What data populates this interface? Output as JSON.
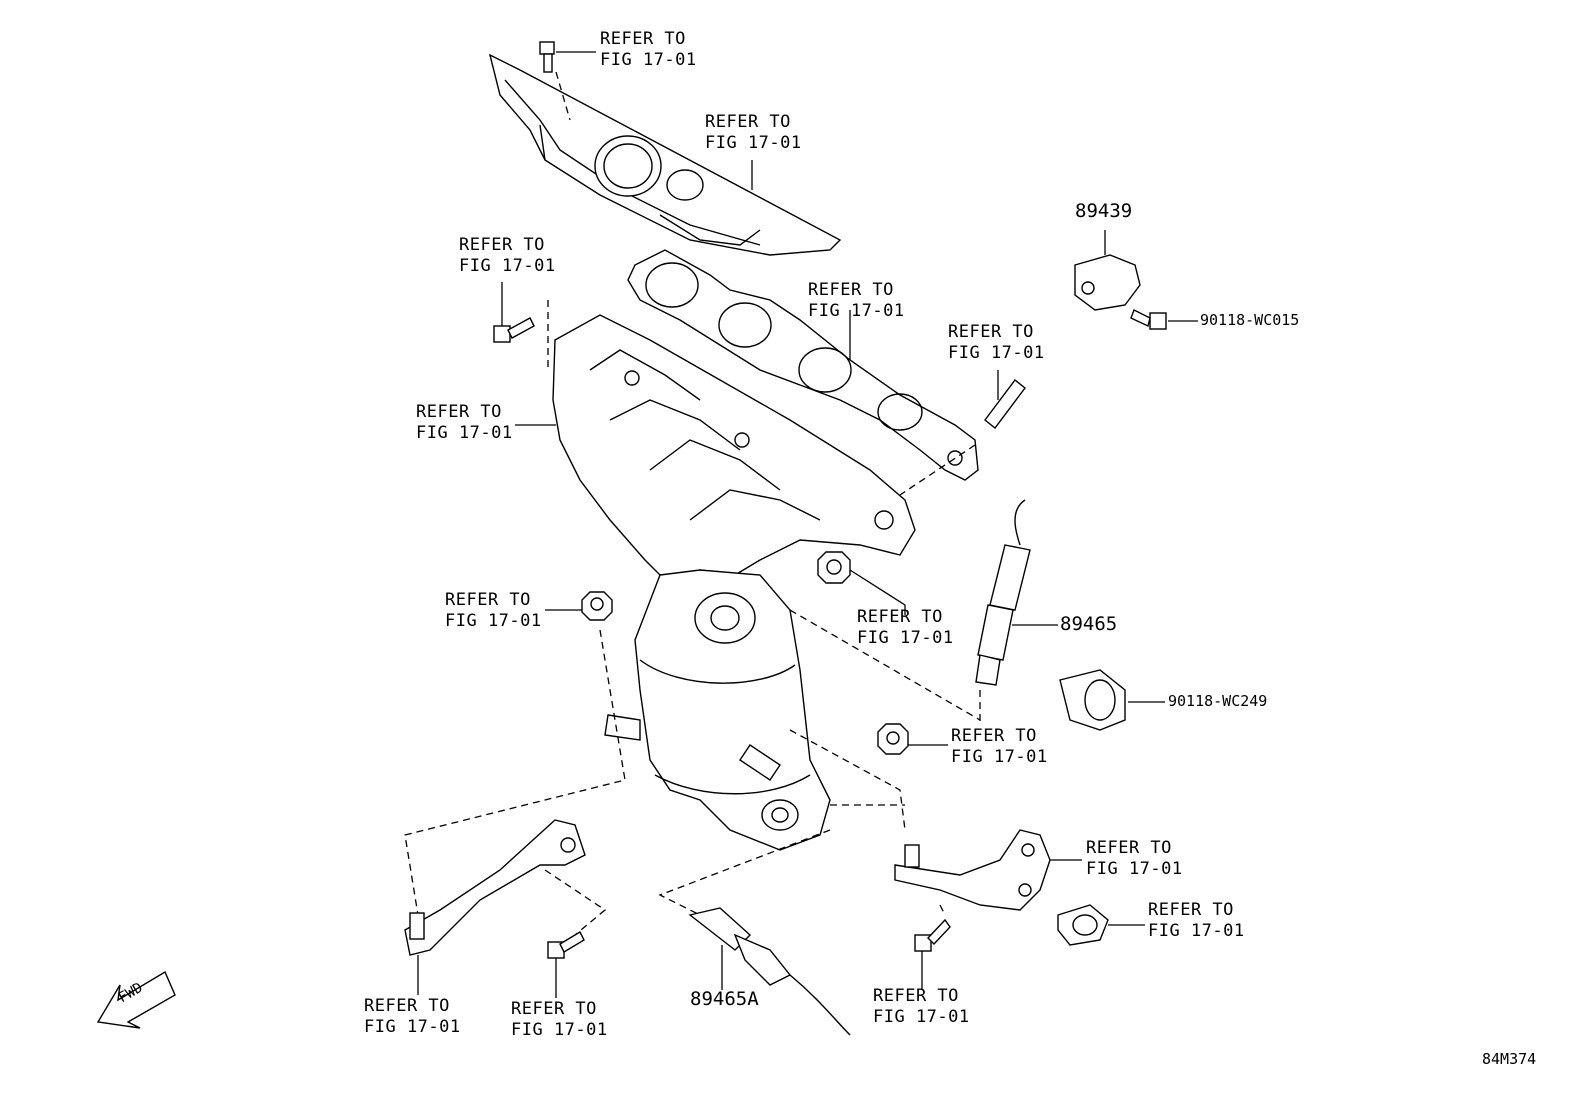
{
  "labels": {
    "refer_top_bolt": [
      "REFER TO",
      "FIG 17-01"
    ],
    "refer_heat_insulator": [
      "REFER TO",
      "FIG 17-01"
    ],
    "refer_left_bolt": [
      "REFER TO",
      "FIG 17-01"
    ],
    "refer_gasket": [
      "REFER TO",
      "FIG 17-01"
    ],
    "refer_stud": [
      "REFER TO",
      "FIG 17-01"
    ],
    "refer_manifold": [
      "REFER TO",
      "FIG 17-01"
    ],
    "refer_left_nut": [
      "REFER TO",
      "FIG 17-01"
    ],
    "refer_mid_nut": [
      "REFER TO",
      "FIG 17-01"
    ],
    "refer_right_nut": [
      "REFER TO",
      "FIG 17-01"
    ],
    "refer_right_stay": [
      "REFER TO",
      "FIG 17-01"
    ],
    "refer_right_clamp": [
      "REFER TO",
      "FIG 17-01"
    ],
    "refer_left_stay": [
      "REFER TO",
      "FIG 17-01"
    ],
    "refer_left_stay_bolt": [
      "REFER TO",
      "FIG 17-01"
    ],
    "refer_right_stay_bolt": [
      "REFER TO",
      "FIG 17-01"
    ]
  },
  "parts": {
    "p89439": "89439",
    "p90118_wc015": "90118-WC015",
    "p89465": "89465",
    "p90118_wc249": "90118-WC249",
    "p89465a": "89465A"
  },
  "fwd": "FWD",
  "figure_code": "84M374"
}
